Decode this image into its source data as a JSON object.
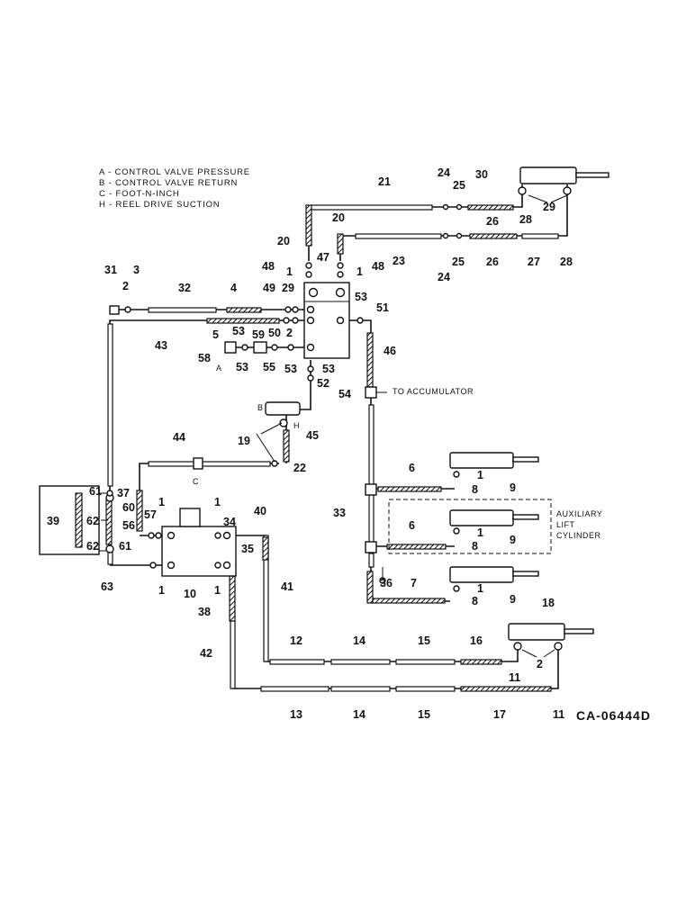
{
  "legend": {
    "a": "A - CONTROL VALVE PRESSURE",
    "b": "B - CONTROL VALVE RETURN",
    "c": "C - FOOT-N-INCH",
    "h": "H - REEL DRIVE SUCTION"
  },
  "notes": {
    "accumulator": "TO ACCUMULATOR",
    "aux_1": "AUXILIARY",
    "aux_2": "LIFT",
    "aux_3": "CYLINDER",
    "drawing_number": "CA-06444D"
  },
  "port_letters": {
    "a": "A",
    "b": "B",
    "c": "C",
    "h": "H"
  },
  "callouts": [
    "1",
    "2",
    "3",
    "4",
    "5",
    "6",
    "7",
    "8",
    "9",
    "10",
    "11",
    "12",
    "13",
    "14",
    "15",
    "16",
    "17",
    "18",
    "19",
    "20",
    "21",
    "22",
    "23",
    "24",
    "25",
    "26",
    "27",
    "28",
    "29",
    "30",
    "31",
    "32",
    "33",
    "34",
    "35",
    "36",
    "37",
    "38",
    "39",
    "40",
    "41",
    "42",
    "43",
    "44",
    "45",
    "46",
    "47",
    "48",
    "49",
    "50",
    "51",
    "52",
    "53",
    "54",
    "55",
    "56",
    "57",
    "58",
    "59",
    "60",
    "61",
    "62",
    "63"
  ]
}
